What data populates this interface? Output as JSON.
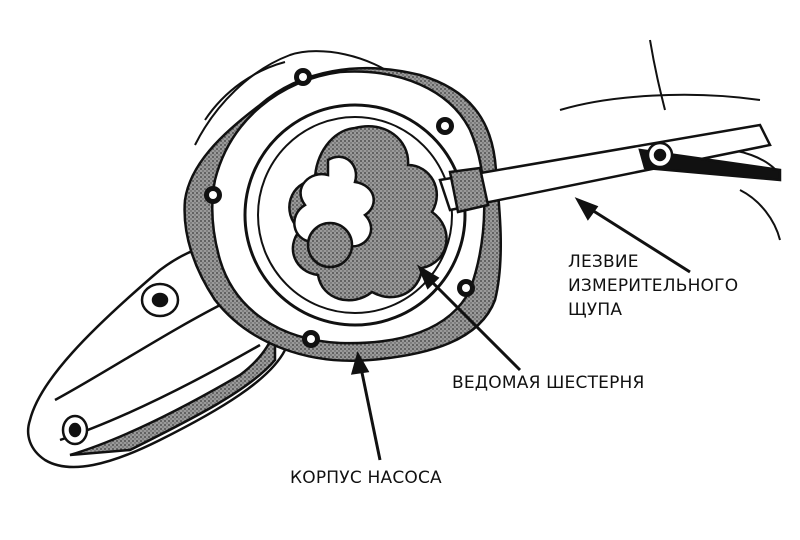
{
  "labels": {
    "feeler_blade": [
      "ЛЕЗВИЕ",
      "ИЗМЕРИТЕЛЬНОГО",
      "ЩУПА"
    ],
    "driven_gear": "ВЕДОМАЯ ШЕСТЕРНЯ",
    "pump_housing": "КОРПУС НАСОСА"
  },
  "colors": {
    "ink": "#111111",
    "paper": "#ffffff",
    "shade": "#8a8a8a"
  }
}
